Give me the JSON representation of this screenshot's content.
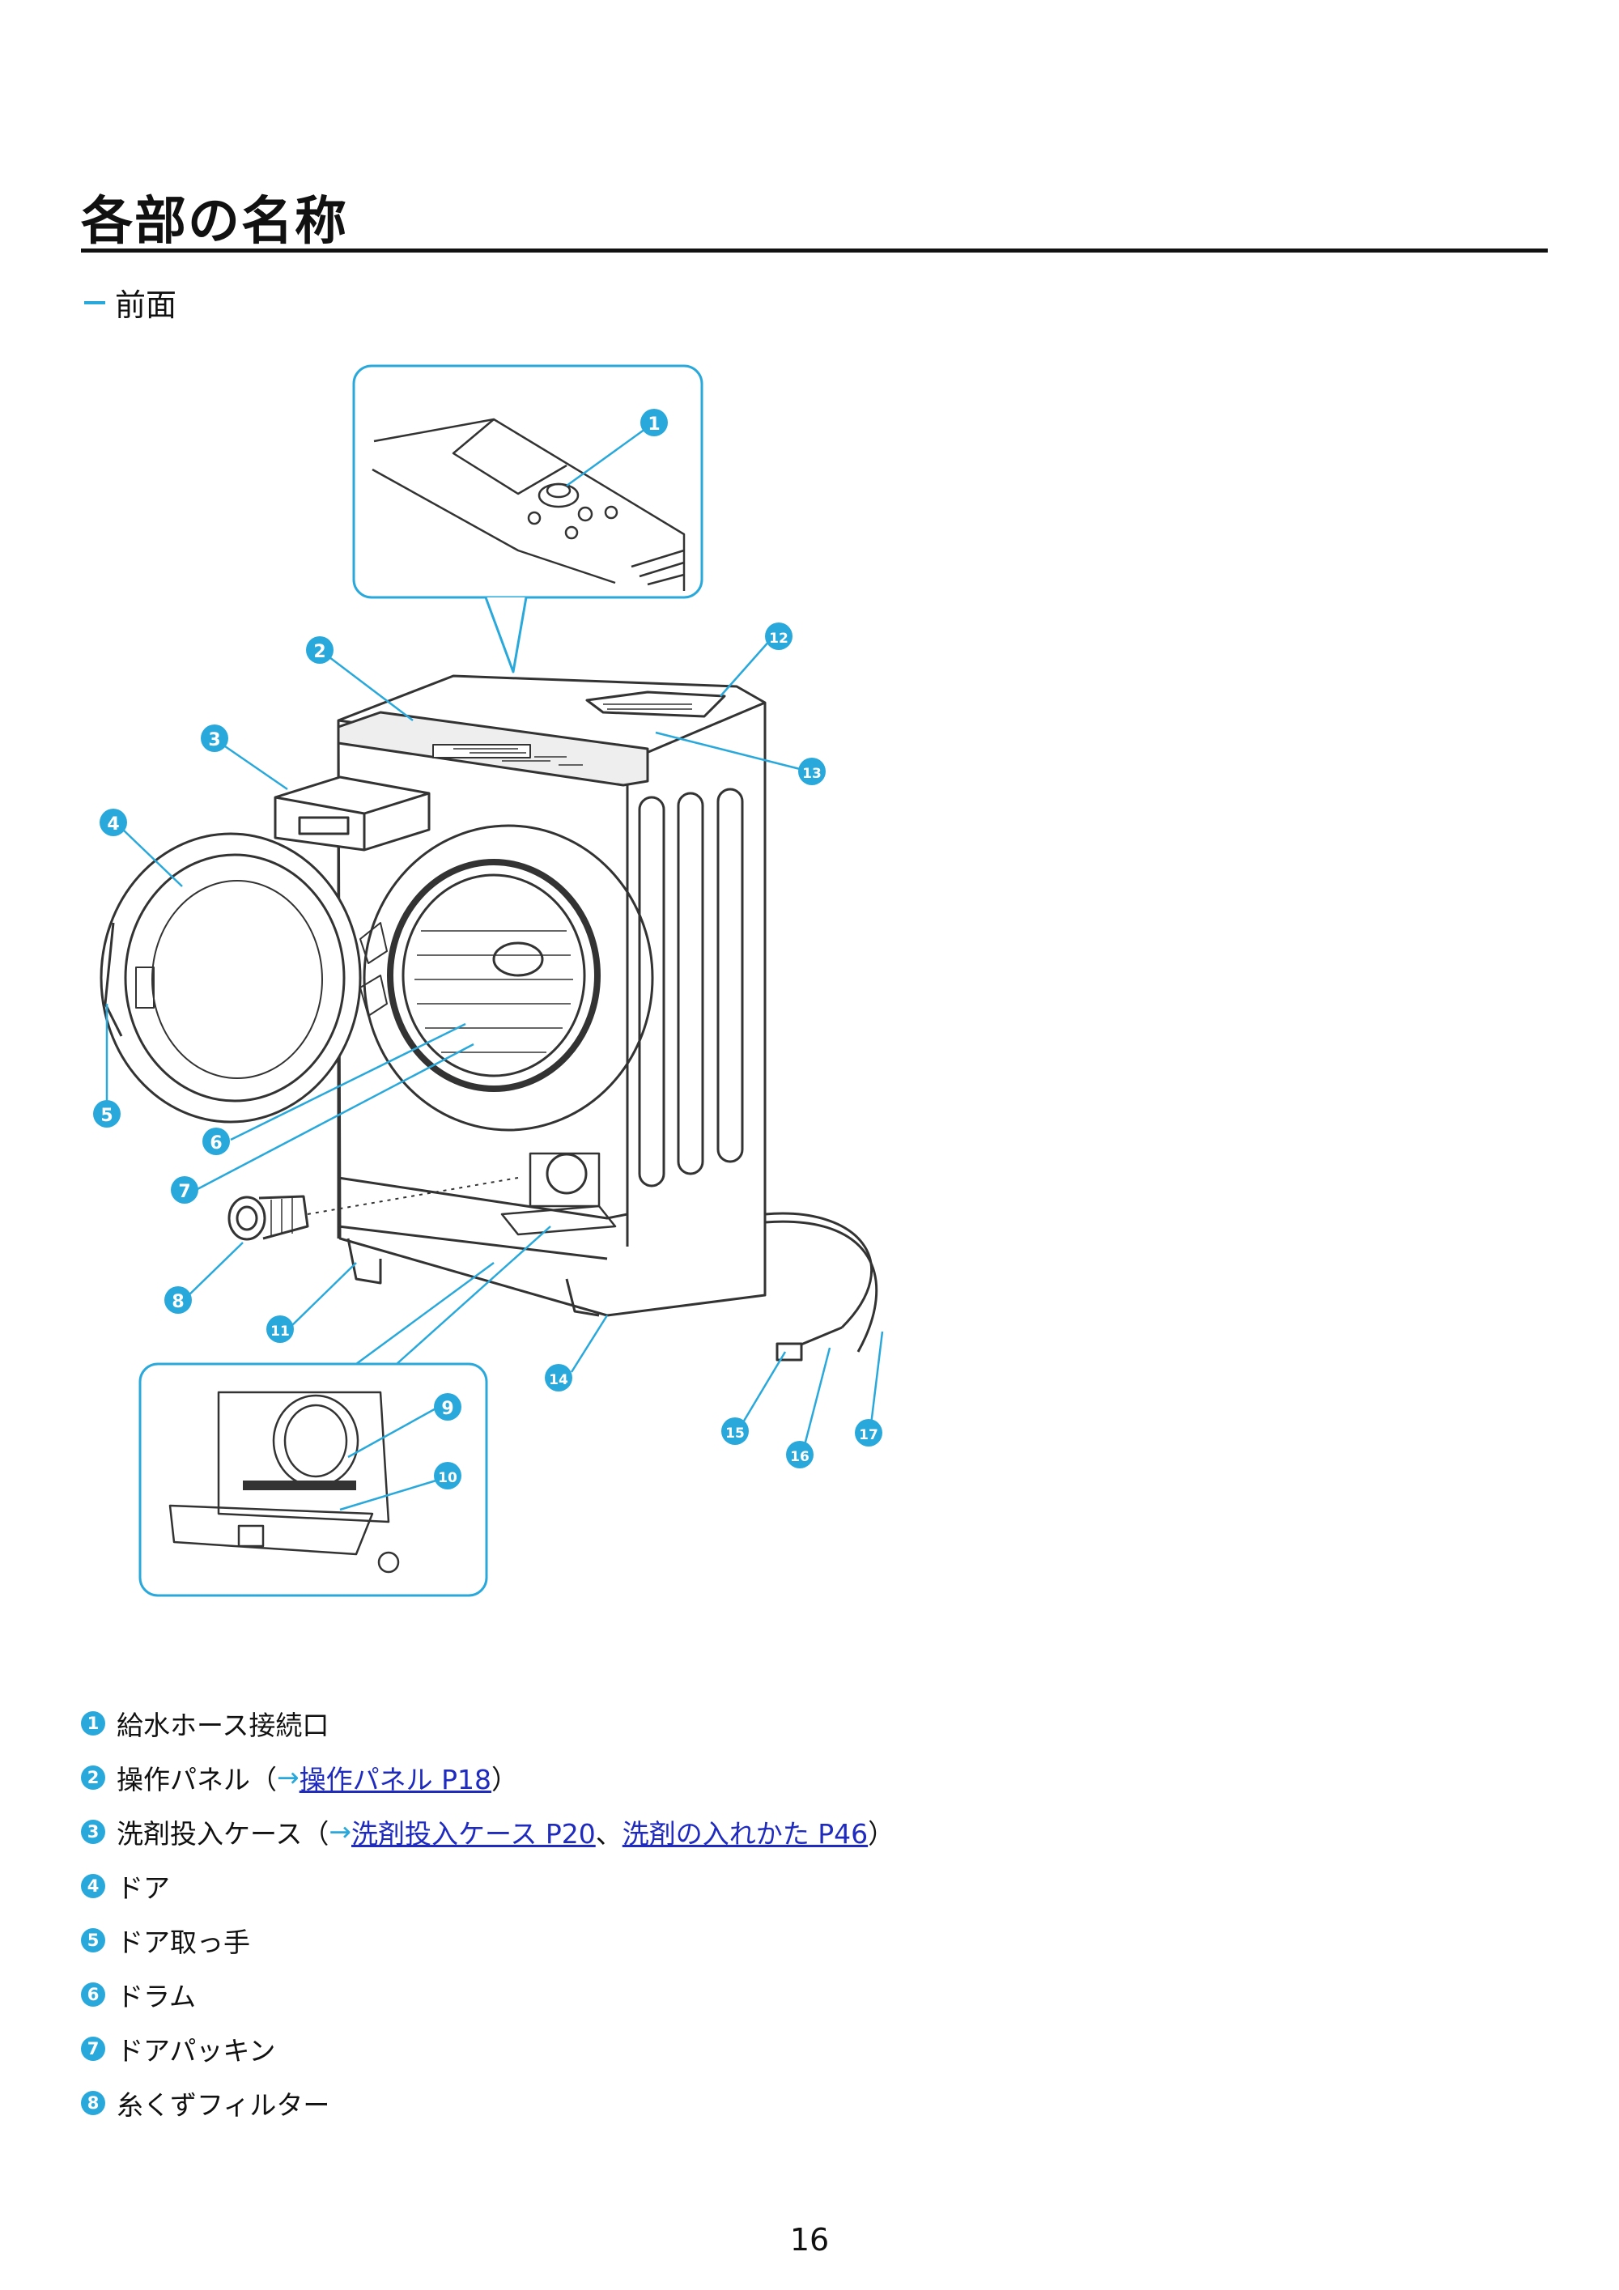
{
  "page": {
    "title": "各部の名称",
    "section": "前面",
    "page_number": "16"
  },
  "callouts": [
    "1",
    "2",
    "3",
    "4",
    "5",
    "6",
    "7",
    "8",
    "9",
    "10",
    "11",
    "12",
    "13",
    "14",
    "15",
    "16",
    "17"
  ],
  "legend": {
    "items": [
      {
        "num": "1",
        "label": "給水ホース接続口"
      },
      {
        "num": "2",
        "label": "操作パネル",
        "open": "（",
        "arrow": "→",
        "link1": "操作パネル P18",
        "sep": "",
        "link2": "",
        "close": "）"
      },
      {
        "num": "3",
        "label": "洗剤投入ケース",
        "open": "（",
        "arrow": "→",
        "link1": "洗剤投入ケース P20",
        "sep": "、",
        "link2": "洗剤の入れかた P46",
        "close": "）"
      },
      {
        "num": "4",
        "label": "ドア"
      },
      {
        "num": "5",
        "label": "ドア取っ手"
      },
      {
        "num": "6",
        "label": "ドラム"
      },
      {
        "num": "7",
        "label": "ドアパッキン"
      },
      {
        "num": "8",
        "label": "糸くずフィルター"
      }
    ]
  },
  "colors": {
    "accent": "#29a9db",
    "link": "#1f2bbf",
    "text": "#111111"
  }
}
